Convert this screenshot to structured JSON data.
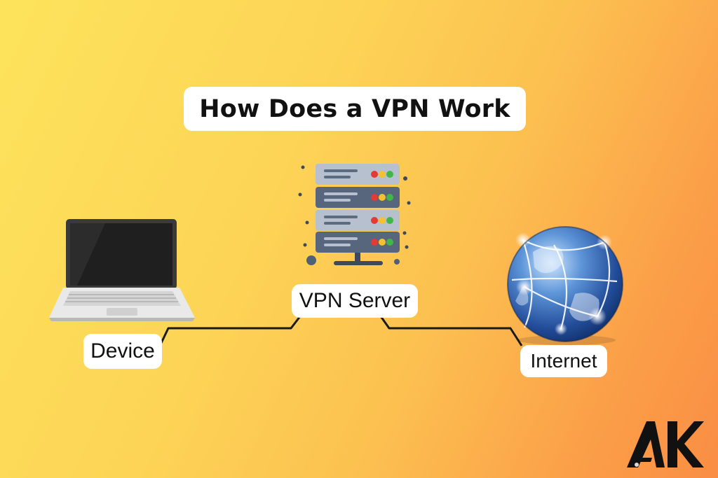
{
  "title": "How Does a VPN Work",
  "nodes": {
    "server": {
      "label": "VPN Server"
    },
    "device": {
      "label": "Device"
    },
    "internet": {
      "label": "Internet"
    }
  },
  "connections": [
    {
      "from": "device",
      "to": "server"
    },
    {
      "from": "server",
      "to": "internet"
    }
  ],
  "brand_logo": {
    "text": "AK"
  },
  "colors": {
    "background_start": "#fde35c",
    "background_end": "#fa8d44",
    "connector": "#1a1a1a",
    "label_background": "#ffffff"
  },
  "icons": {
    "device": "laptop-icon",
    "server": "server-rack-icon",
    "internet": "globe-icon"
  }
}
